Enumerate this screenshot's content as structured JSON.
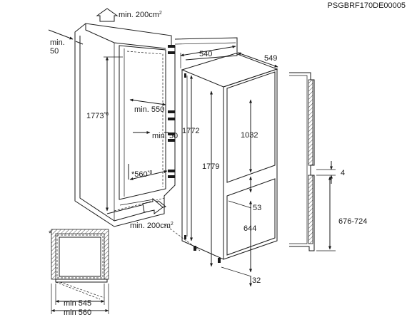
{
  "drawing_code": "PSGBRF170DE00005",
  "niche": {
    "vent_top": {
      "text": "min. 200cm",
      "sup": "2"
    },
    "side_gap": {
      "line1": "min.",
      "line2": "50"
    },
    "height": {
      "text": "1773",
      "sup": "*6"
    },
    "rear_vent_width": "min. 550",
    "rear_gap": "min. 50",
    "depth": {
      "text": "*560",
      "sup": "*8"
    },
    "vent_bottom": {
      "text": "min. 200cm",
      "sup": "2"
    }
  },
  "appliance": {
    "width": "540",
    "depth": "549",
    "height_body": "1772",
    "height_total": "1779",
    "upper_door": "1032",
    "gap_door": "53",
    "lower_door": "644",
    "bottom": "32"
  },
  "side_view": {
    "door_gap": "4",
    "door_range": "676-724"
  },
  "top_view": {
    "note_marker": "*",
    "inner_width": "min 545",
    "outer_width": "min 560"
  }
}
